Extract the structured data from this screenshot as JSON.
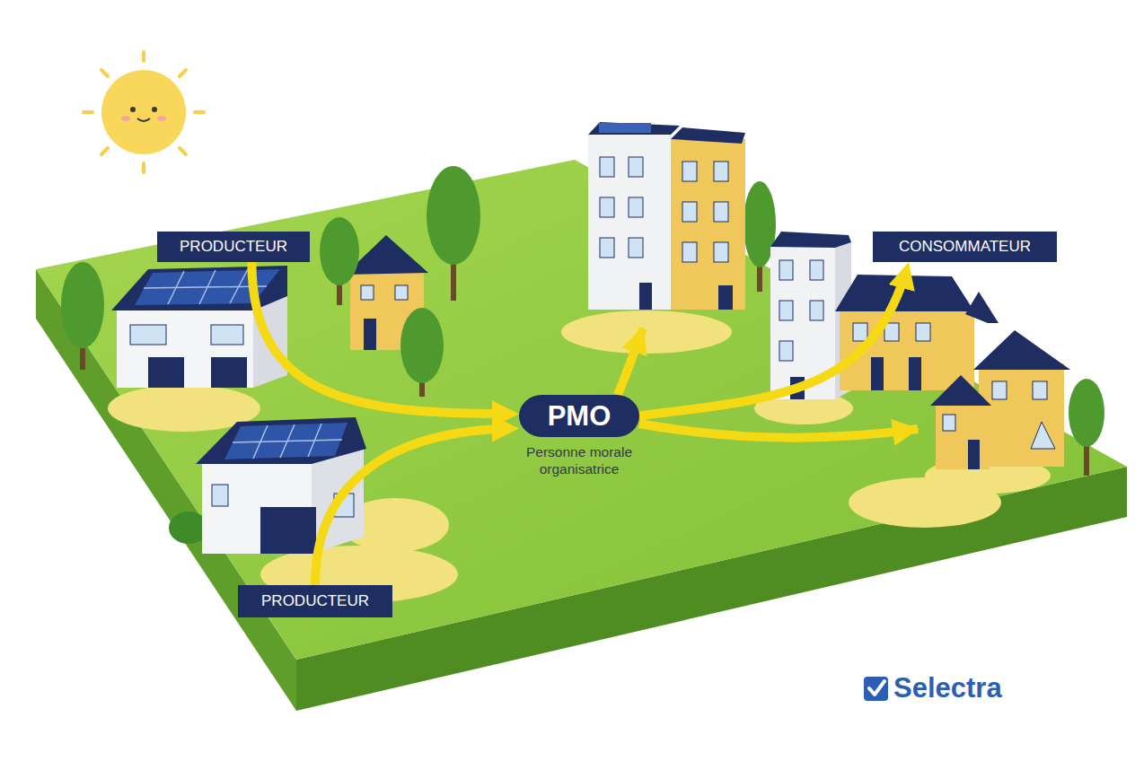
{
  "diagram": {
    "nodes": [
      {
        "text": [
          "PRODUCTEUR"
        ]
      },
      {
        "text": [
          "PRODUCTEUR"
        ]
      },
      {
        "text": [
          "PMO",
          "Personne morale organisatrice"
        ]
      },
      {
        "text": [
          "CONSOMMATEUR"
        ]
      }
    ],
    "edges": [
      {
        "from": 0,
        "to": 2,
        "arrow": "to"
      },
      {
        "from": 1,
        "to": 2,
        "arrow": "to"
      },
      {
        "from": 2,
        "to": 3,
        "arrow": "to"
      }
    ],
    "labels": [
      "Selectra"
    ]
  }
}
